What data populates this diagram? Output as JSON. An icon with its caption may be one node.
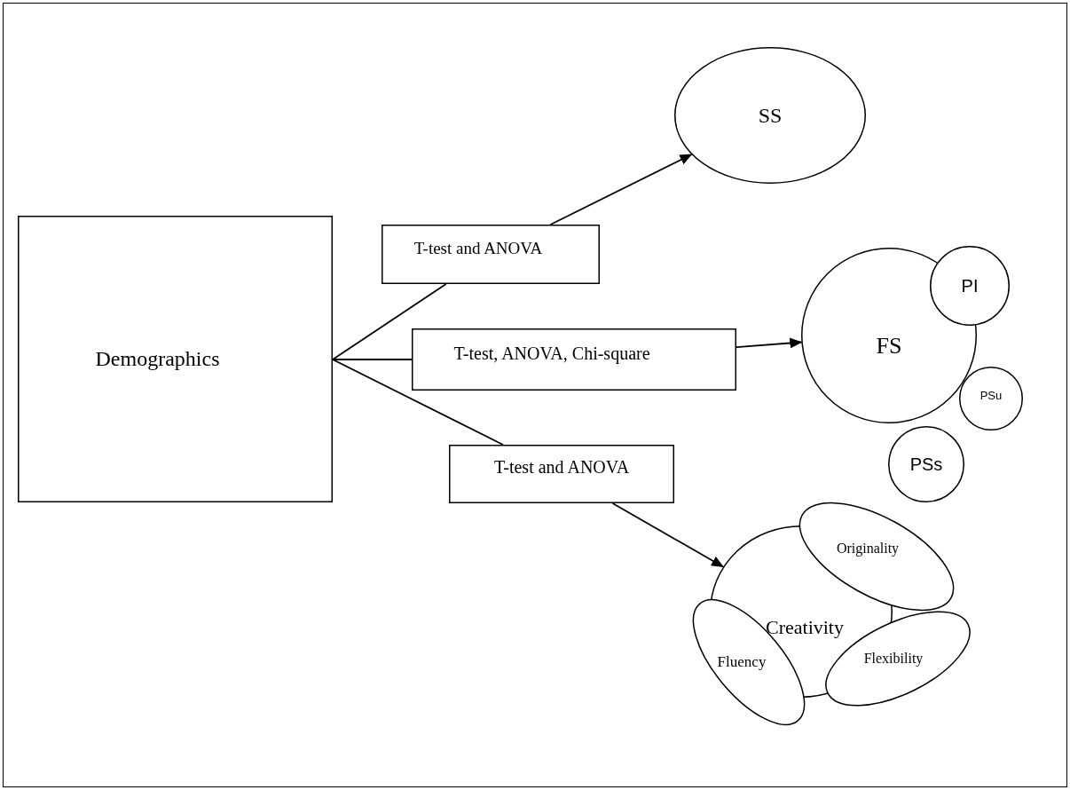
{
  "diagram": {
    "nodes": [
      {
        "text": [
          "Demographics"
        ]
      },
      {
        "text": [
          "T-test and ANOVA"
        ]
      },
      {
        "text": [
          "SS"
        ]
      },
      {
        "text": [
          "T-test, ANOVA, Chi-square"
        ]
      },
      {
        "text": [
          "FS"
        ]
      },
      {
        "text": [
          "PI"
        ]
      },
      {
        "text": [
          "PSu"
        ]
      },
      {
        "text": [
          "PSs"
        ]
      },
      {
        "text": [
          "T-test and ANOVA"
        ]
      },
      {
        "text": [
          "Creativity"
        ]
      },
      {
        "text": [
          "Originality"
        ]
      },
      {
        "text": [
          "Fluency"
        ]
      },
      {
        "text": [
          "Flexibility"
        ]
      }
    ],
    "edges": [
      {
        "from": 0,
        "to": 1,
        "arrow": "none"
      },
      {
        "from": 1,
        "to": 2,
        "arrow": "to"
      },
      {
        "from": 0,
        "to": 3,
        "arrow": "none"
      },
      {
        "from": 3,
        "to": 4,
        "arrow": "to"
      },
      {
        "from": 0,
        "to": 8,
        "arrow": "none"
      },
      {
        "from": 8,
        "to": 9,
        "arrow": "to"
      }
    ]
  }
}
